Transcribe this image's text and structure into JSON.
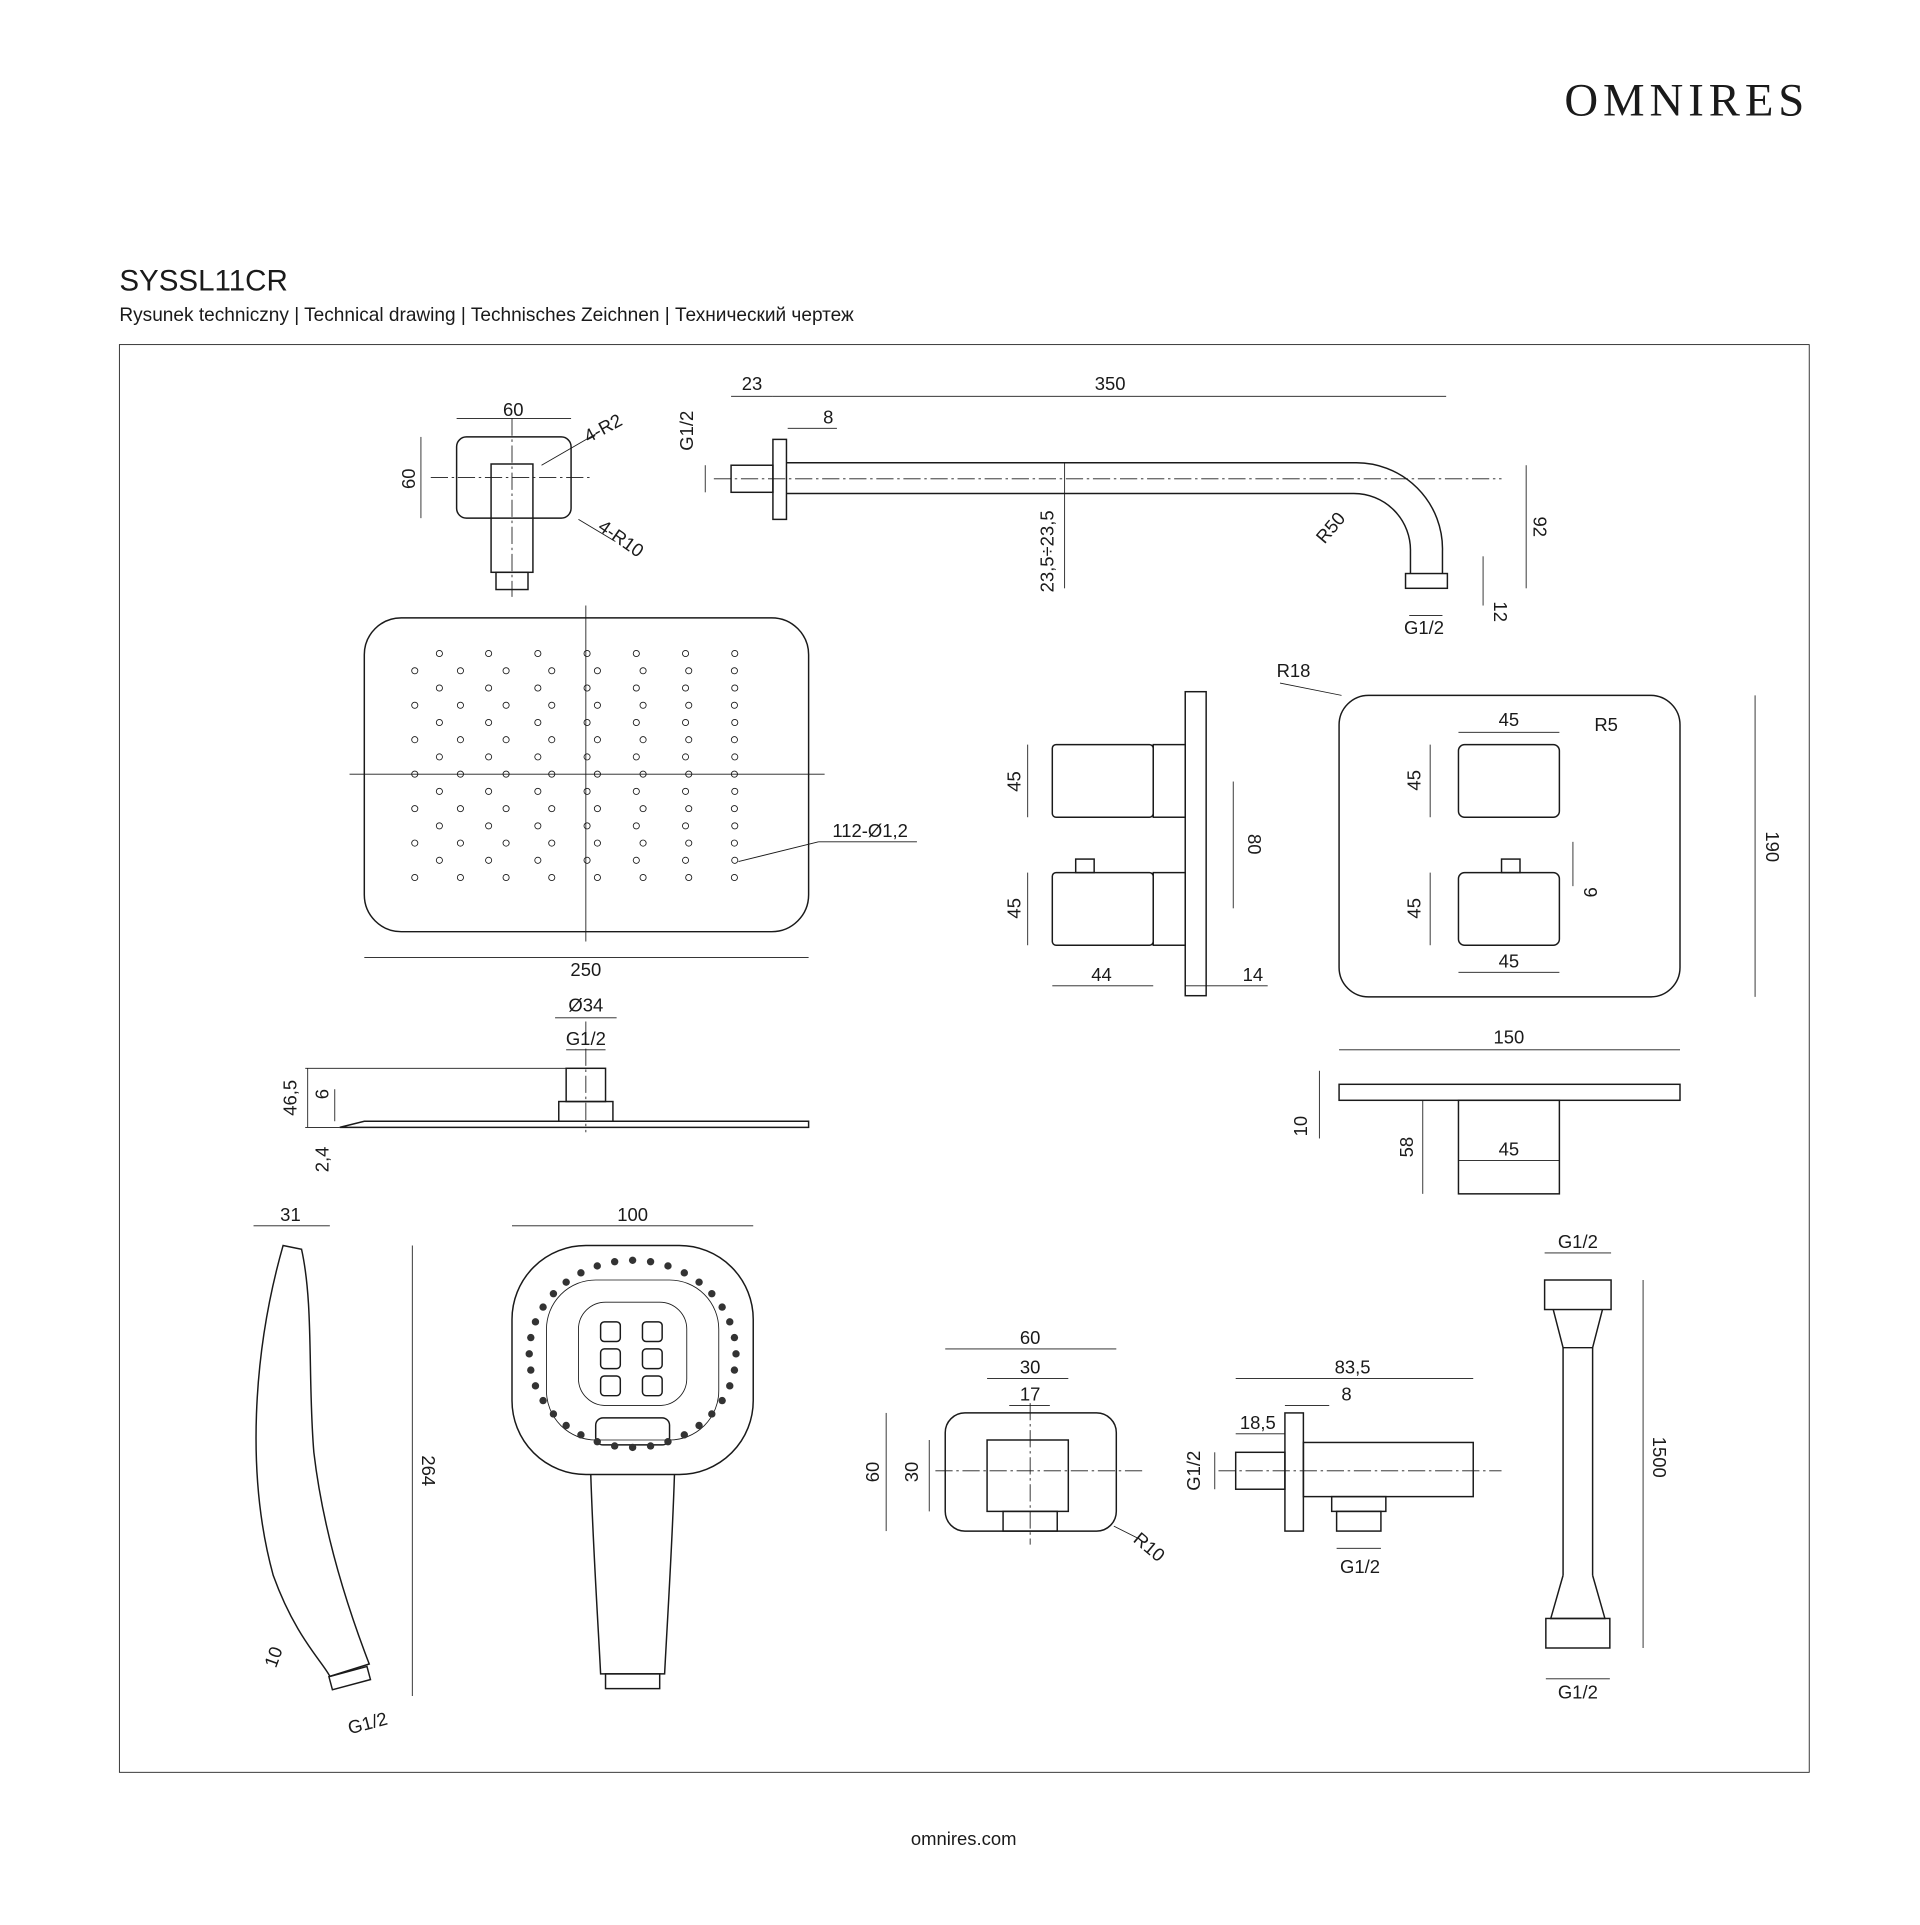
{
  "brand": "OMNIRES",
  "product_code": "SYSSL11CR",
  "subtitle": "Rysunek techniczny | Technical drawing | Technisches Zeichnen | Технический чертеж",
  "footer": "omnires.com",
  "dims": {
    "bracket": {
      "w": "60",
      "h": "60",
      "r2": "4-R2",
      "r10": "4-R10"
    },
    "arm": {
      "flange": "23",
      "length": "350",
      "thick": "8",
      "thread_in": "G1/2",
      "dia": "23,5÷23,5",
      "radius": "R50",
      "drop": "92",
      "end": "12",
      "thread_out": "G1/2"
    },
    "head_top": {
      "holes": "112-Ø1,2",
      "width": "250"
    },
    "thermo_side": {
      "h1": "45",
      "h2": "45",
      "spacing": "80",
      "depth": "44",
      "plate": "14"
    },
    "thermo_front": {
      "radius": "R18",
      "w1": "45",
      "r5": "R5",
      "h1": "45",
      "h2": "45",
      "nub": "9",
      "w2": "45",
      "height": "190"
    },
    "thermo_bottom": {
      "width": "150",
      "plate": "10",
      "depth": "58",
      "knob": "45"
    },
    "head_side": {
      "dia": "Ø34",
      "thread": "G1/2",
      "h": "46,5",
      "conn": "6",
      "thick": "2,4"
    },
    "hand_side": {
      "w": "31",
      "len": "264",
      "tip": "10",
      "thread": "G1/2"
    },
    "hand_front": {
      "w": "100"
    },
    "outlet_front": {
      "w": "60",
      "w30": "30",
      "w17": "17",
      "h": "60",
      "h30": "30",
      "r": "R10"
    },
    "outlet_side": {
      "len": "83,5",
      "thick": "8",
      "flange": "18,5",
      "thread_in": "G1/2",
      "thread_out": "G1/2"
    },
    "hose": {
      "top": "G1/2",
      "len": "1500",
      "bottom": "G1/2"
    }
  }
}
